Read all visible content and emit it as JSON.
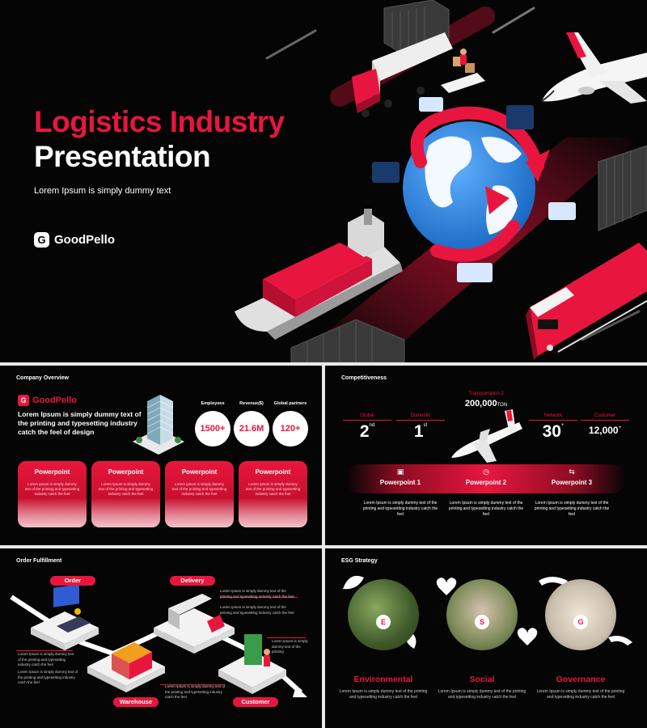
{
  "hero": {
    "title_line1": "Logistics Industry",
    "title_line2": "Presentation",
    "subtitle": "Lorem Ipsum is simply dummy text",
    "brand": "GoodPello",
    "brand_mark": "G"
  },
  "overview": {
    "title": "Company Overview",
    "brand": "GoodPello",
    "brand_mark": "G",
    "description": "Lorem Ipsum is simply dummy text of the printing and typesetting industry catch the feel of design",
    "stats": [
      {
        "label": "Employees",
        "value": "1500+"
      },
      {
        "label": "Revenue($)",
        "value": "21.6M"
      },
      {
        "label": "Global partners",
        "value": "120+"
      }
    ],
    "cards": [
      {
        "heading": "Powerpoint",
        "text": "Lorem Ipsum is simply dummy text of the printing and typesetting industry catch the feel"
      },
      {
        "heading": "Powerpoint",
        "text": "Lorem Ipsum is simply dummy text of the printing and typesetting industry catch the feel"
      },
      {
        "heading": "Powerpoint",
        "text": "Lorem Ipsum is simply dummy text of the printing and typesetting industry catch the feel"
      },
      {
        "heading": "Powerpoint",
        "text": "Lorem Ipsum is simply dummy text of the printing and typesetting industry catch the feel"
      }
    ]
  },
  "competitiveness": {
    "title": "Competitiveness",
    "transport_label": "Transportation 2",
    "transport_value": "200,000",
    "transport_unit": "TON",
    "ranks": [
      {
        "label": "Global",
        "value": "2",
        "suffix": "nd"
      },
      {
        "label": "Domestic",
        "value": "1",
        "suffix": "st"
      },
      {
        "label": "Network",
        "value": "30",
        "suffix": "+"
      },
      {
        "label": "Customer",
        "value": "12,000",
        "suffix": "+"
      }
    ],
    "points": [
      {
        "label": "Powerpoint 1",
        "icon": "box-check-icon",
        "glyph": "▣",
        "text": "Lorem Ipsum is simply dummy text of the printing and typesetting industry catch the feel"
      },
      {
        "label": "Powerpoint 2",
        "icon": "clock-icon",
        "glyph": "◷",
        "text": "Lorem Ipsum is simply dummy text of the printing and typesetting industry catch the feel"
      },
      {
        "label": "Powerpoint 3",
        "icon": "arrows-in-icon",
        "glyph": "⇆",
        "text": "Lorem Ipsum is simply dummy text of the printing and typesetting industry catch the feel"
      }
    ]
  },
  "order": {
    "title": "Order Fulfillment",
    "steps": [
      "Order",
      "Delivery",
      "Warehouse",
      "Customer"
    ],
    "note_left": "Lorem Ipsum is simply dummy text of the printing and typesetting industry catch the feel",
    "note_left2": "Lorem Ipsum is simply dummy text of the printing and typesetting industry catch the feel",
    "note_delivery": "Lorem Ipsum is simply dummy text of the printing and typesetting industry catch the feel",
    "note_delivery2": "Lorem Ipsum is simply dummy text of the printing and typesetting industry catch the feel",
    "note_customer": "Lorem Ipsum is simply dummy text of the printing",
    "note_warehouse": "Lorem Ipsum is simply dummy text of the printing and typesetting industry catch the feel"
  },
  "esg": {
    "title": "ESG Strategy",
    "items": [
      {
        "letter": "E",
        "heading": "Environmental",
        "text": "Lorem Ipsum is simply dummy text of the printing and typesetting industry catch the feel"
      },
      {
        "letter": "S",
        "heading": "Social",
        "text": "Lorem Ipsum is simply dummy text of the printing and typesetting industry catch the feel"
      },
      {
        "letter": "G",
        "heading": "Governance",
        "text": "Lorem Ipsum is simply dummy text of the printing and typesetting industry catch the feel"
      }
    ]
  },
  "colors": {
    "accent": "#e8163e",
    "background": "#050505",
    "globe": "#2a7fd6"
  }
}
